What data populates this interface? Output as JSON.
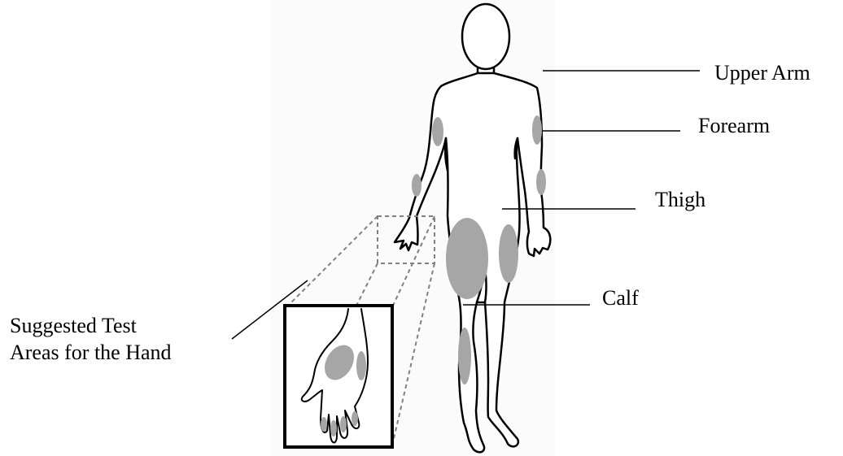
{
  "labels": {
    "upper_arm": "Upper Arm",
    "forearm": "Forearm",
    "thigh": "Thigh",
    "calf": "Calf",
    "hand_line1": "Suggested Test",
    "hand_line2": "Areas for the Hand"
  },
  "colors": {
    "outline": "#000000",
    "test_area": "#a6a6a6",
    "dashed_guide": "#808080",
    "background": "#ffffff"
  }
}
